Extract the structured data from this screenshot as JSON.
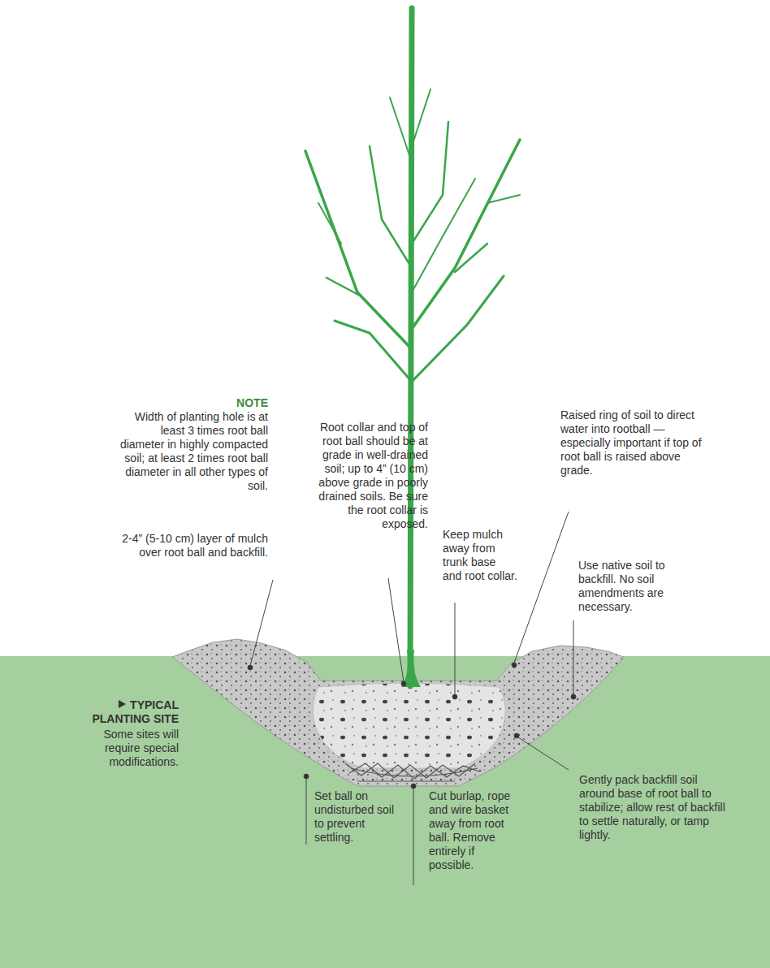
{
  "diagram": {
    "labels": [
      "NOTE",
      "Width of planting hole is at least 3 times root ball diameter in highly compacted soil; at least 2 times root ball diameter in all other types of soil.",
      "2-4” (5-10 cm) layer of mulch over root ball and backfill.",
      "TYPICAL PLANTING SITE",
      "Some sites will require special modifications.",
      "Root collar and top of root ball should be at grade in well-drained soil; up to 4” (10 cm) above grade in poorly drained soils. Be sure the root collar is exposed.",
      "Keep mulch away from trunk base and root collar.",
      "Raised ring of soil to direct water into rootball — especially important if top of root ball is raised above grade.",
      "Use native soil to backfill. No soil amendments are necessary.",
      "Set ball on undisturbed soil to prevent settling.",
      "Cut burlap, rope and wire basket away from root ball. Remove entirely if possible.",
      "Gently pack backfill soil around base of root ball to stabilize; allow rest of backfill to settle naturally, or tamp lightly."
    ]
  }
}
